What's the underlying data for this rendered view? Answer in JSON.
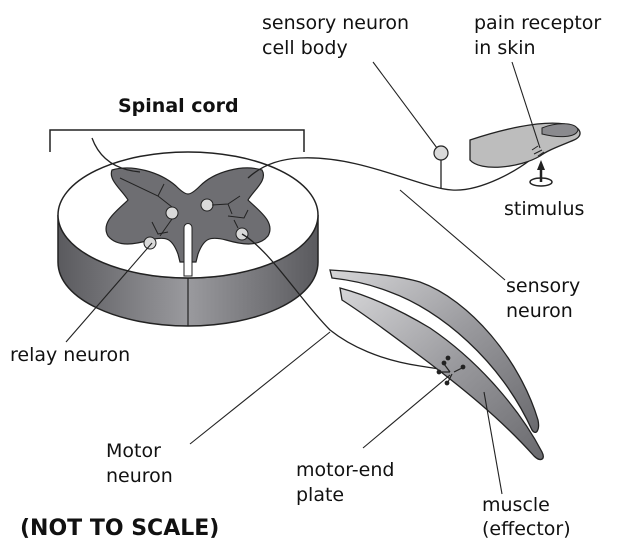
{
  "title": "Spinal cord",
  "footer": "(NOT TO SCALE)",
  "labels": {
    "sensory_cell_body": [
      "sensory neuron",
      "cell body"
    ],
    "pain_receptor": [
      "pain receptor",
      "in skin"
    ],
    "stimulus": "stimulus",
    "sensory_neuron": [
      "sensory",
      "neuron"
    ],
    "relay_neuron": "relay neuron",
    "motor_neuron": [
      "Motor",
      "neuron"
    ],
    "motor_end_plate": [
      "motor-end",
      "plate"
    ],
    "muscle": [
      "muscle",
      "(effector)"
    ]
  },
  "colors": {
    "grey_matter": "#6e6e72",
    "cord_side": "#8a8a8e",
    "skin": "#bdbdbd",
    "muscle": "#8c8c90",
    "line": "#222222"
  }
}
